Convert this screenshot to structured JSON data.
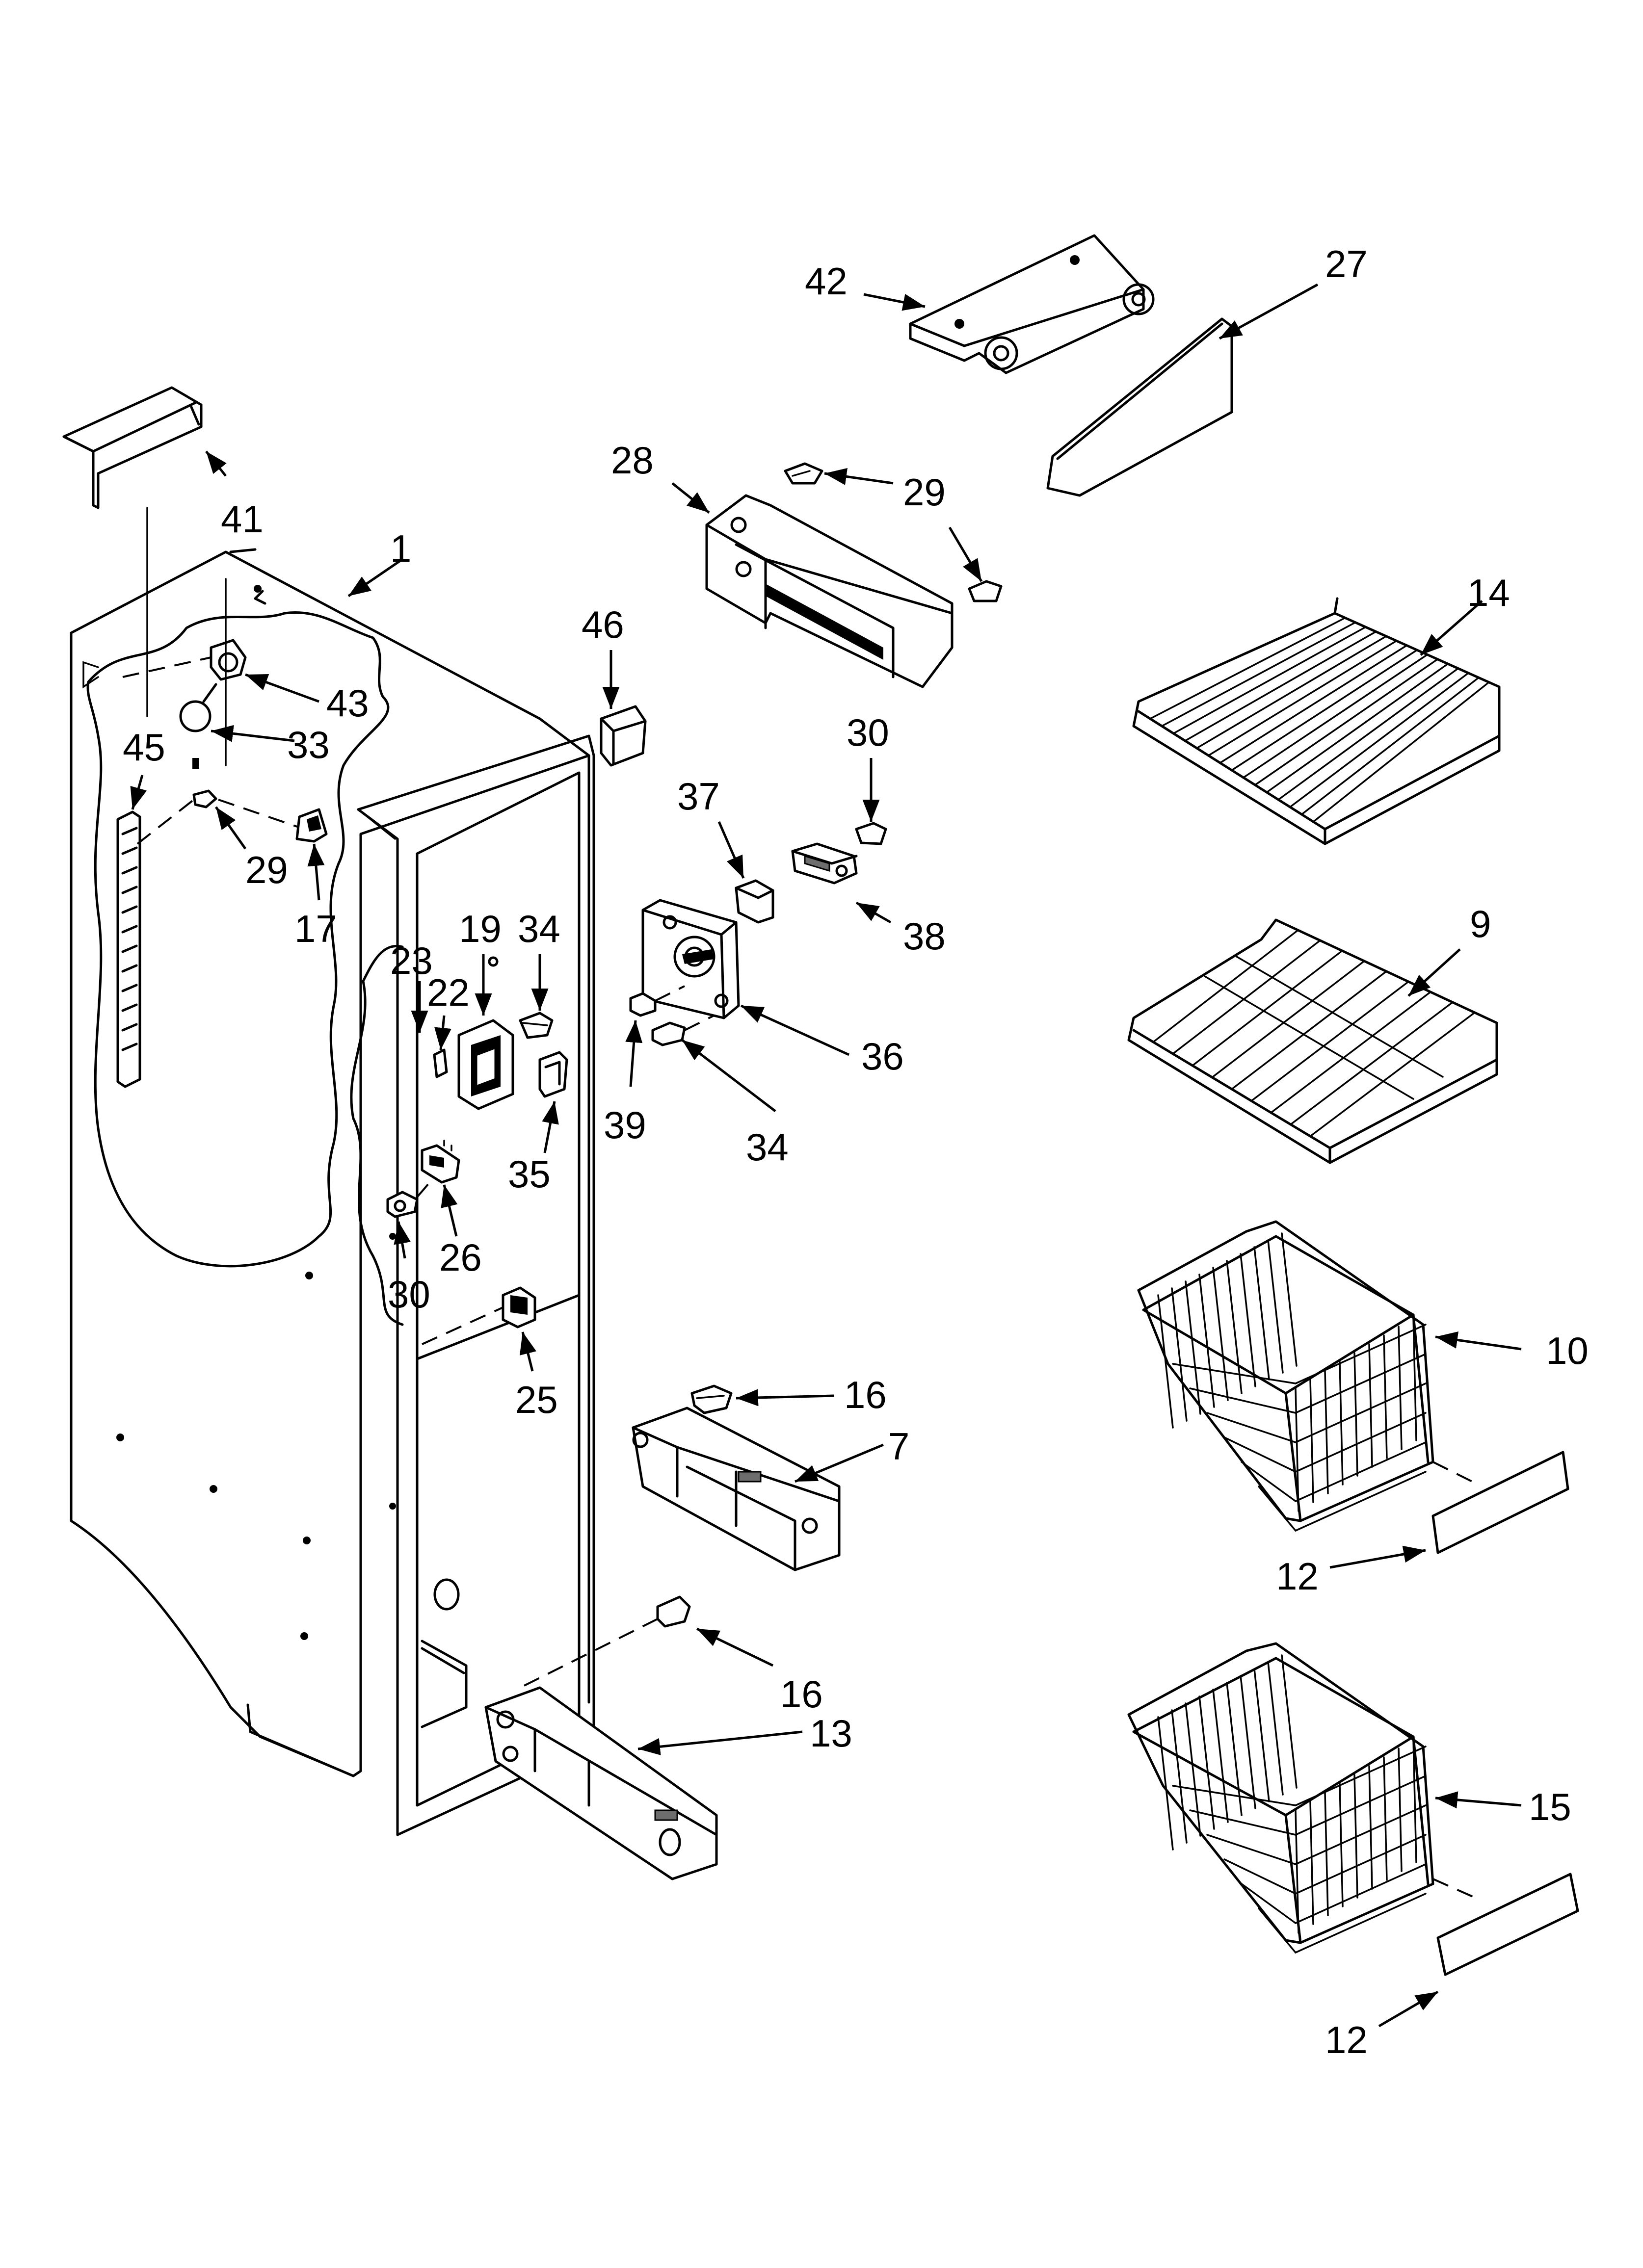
{
  "callouts": [
    {
      "id": "c42",
      "text": "42"
    },
    {
      "id": "c27",
      "text": "27"
    },
    {
      "id": "c41",
      "text": "41"
    },
    {
      "id": "c28",
      "text": "28"
    },
    {
      "id": "c29a",
      "text": "29"
    },
    {
      "id": "c1",
      "text": "1"
    },
    {
      "id": "c14",
      "text": "14"
    },
    {
      "id": "c46",
      "text": "46"
    },
    {
      "id": "c43",
      "text": "43"
    },
    {
      "id": "c33",
      "text": "33"
    },
    {
      "id": "c45",
      "text": "45"
    },
    {
      "id": "c30a",
      "text": "30"
    },
    {
      "id": "c37",
      "text": "37"
    },
    {
      "id": "c29b",
      "text": "29"
    },
    {
      "id": "c17",
      "text": "17"
    },
    {
      "id": "c38",
      "text": "38"
    },
    {
      "id": "c19",
      "text": "19"
    },
    {
      "id": "c34a",
      "text": "34"
    },
    {
      "id": "c9",
      "text": "9"
    },
    {
      "id": "c23",
      "text": "23"
    },
    {
      "id": "c22",
      "text": "22"
    },
    {
      "id": "c36",
      "text": "36"
    },
    {
      "id": "c39",
      "text": "39"
    },
    {
      "id": "c34b",
      "text": "34"
    },
    {
      "id": "c35",
      "text": "35"
    },
    {
      "id": "c26",
      "text": "26"
    },
    {
      "id": "c30b",
      "text": "30"
    },
    {
      "id": "c10",
      "text": "10"
    },
    {
      "id": "c25",
      "text": "25"
    },
    {
      "id": "c16a",
      "text": "16"
    },
    {
      "id": "c7",
      "text": "7"
    },
    {
      "id": "c12a",
      "text": "12"
    },
    {
      "id": "c16b",
      "text": "16"
    },
    {
      "id": "c13",
      "text": "13"
    },
    {
      "id": "c15",
      "text": "15"
    },
    {
      "id": "c12b",
      "text": "12"
    }
  ]
}
